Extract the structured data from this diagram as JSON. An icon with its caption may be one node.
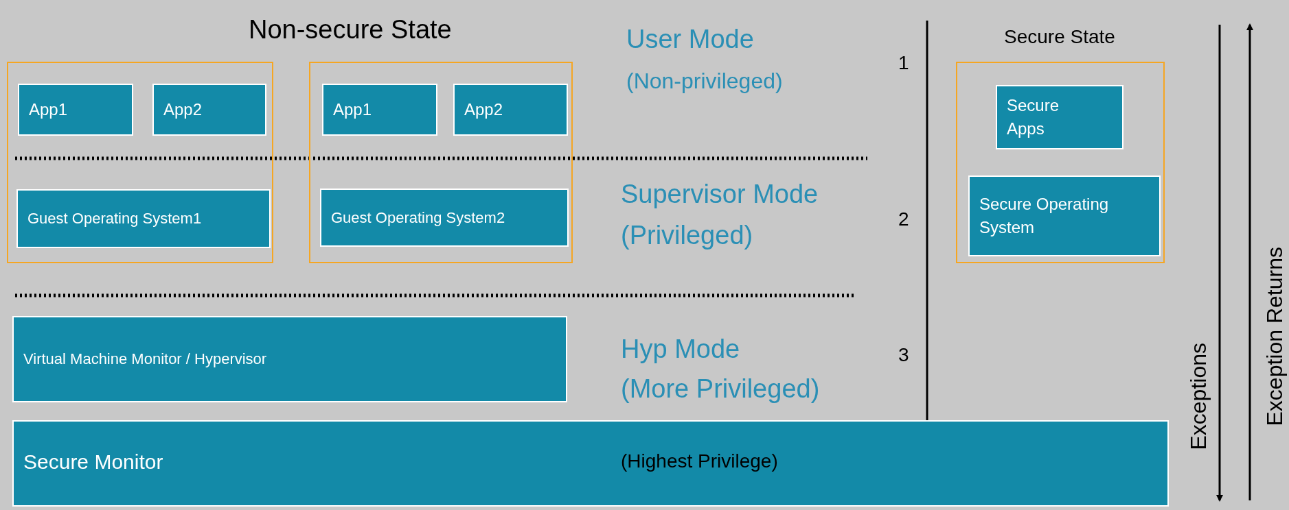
{
  "diagram": {
    "nodes": [
      {
        "text": [],
        "shape": "box"
      },
      {
        "text": [
          "App1"
        ],
        "in": 0
      },
      {
        "text": [
          "App2"
        ],
        "in": 0
      },
      {
        "text": [
          "Guest Operating System1"
        ],
        "in": 0
      },
      {
        "text": [],
        "shape": "box"
      },
      {
        "text": [
          "App1"
        ],
        "in": 4
      },
      {
        "text": [
          "App2"
        ],
        "in": 4
      },
      {
        "text": [
          "Guest Operating System2"
        ],
        "in": 4
      },
      {
        "text": [],
        "shape": "box"
      },
      {
        "text": [
          "Secure Apps"
        ],
        "in": 8
      },
      {
        "text": [
          "Secure Operating System"
        ],
        "in": 8
      },
      {
        "text": [
          "Virtual Machine Monitor / Hypervisor"
        ]
      },
      {
        "text": [
          "Secure Monitor",
          "(Highest Privilege)"
        ]
      }
    ],
    "edges": [],
    "labels": [
      "Non-secure State",
      "User Mode",
      "(Non-privileged)",
      "1",
      "Secure State",
      "Supervisor Mode",
      "(Privileged)",
      "2",
      "Hyp Mode",
      "(More Privileged)",
      "3",
      "Exceptions",
      "Exception Returns"
    ]
  }
}
